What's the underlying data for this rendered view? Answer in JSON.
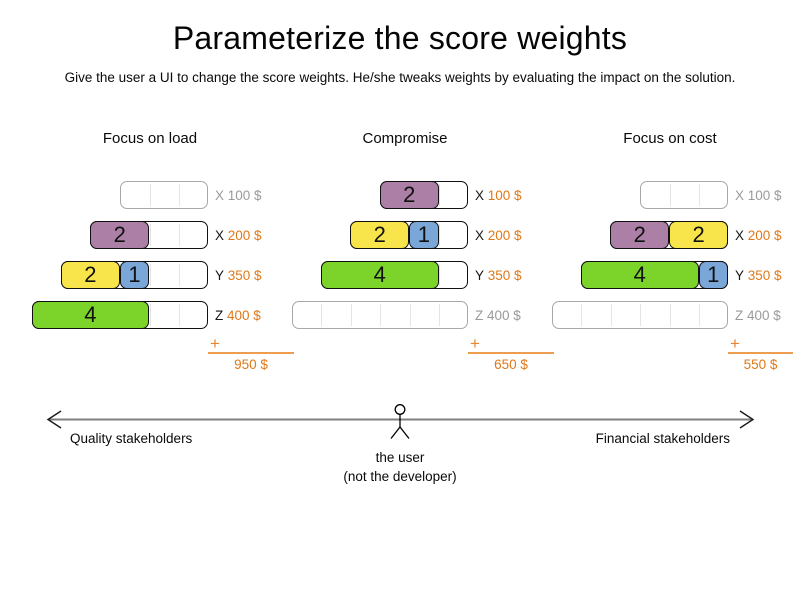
{
  "title": "Parameterize the score weights",
  "subtitle": "Give the user a UI to change the score weights. He/she tweaks weights by evaluating the impact on the solution.",
  "colors": {
    "purple": "#ab7fa6",
    "yellow": "#f8e44b",
    "blue": "#7aa6d8",
    "green": "#7cd42b",
    "orange_text": "#e07818",
    "orange_line": "#ed9d4f",
    "gray_label": "#9a9a9a"
  },
  "plus_sign": "+",
  "panels": [
    {
      "name": "focus-on-load",
      "title": "Focus on load",
      "total": "950 $",
      "rows": [
        {
          "letter": "X",
          "amount": "100 $",
          "cells": 3,
          "blocks": []
        },
        {
          "letter": "X",
          "amount": "200 $",
          "cells": 4,
          "blocks": [
            {
              "value": "2",
              "units": 2,
              "color": "purple"
            }
          ]
        },
        {
          "letter": "Y",
          "amount": "350 $",
          "cells": 5,
          "blocks": [
            {
              "value": "2",
              "units": 2,
              "color": "yellow"
            },
            {
              "value": "1",
              "units": 1,
              "color": "blue"
            }
          ]
        },
        {
          "letter": "Z",
          "amount": "400 $",
          "cells": 6,
          "blocks": [
            {
              "value": "4",
              "units": 4,
              "color": "green"
            }
          ]
        }
      ]
    },
    {
      "name": "compromise",
      "title": "Compromise",
      "total": "650 $",
      "rows": [
        {
          "letter": "X",
          "amount": "100 $",
          "cells": 3,
          "blocks": [
            {
              "value": "2",
              "units": 2,
              "color": "purple"
            }
          ]
        },
        {
          "letter": "X",
          "amount": "200 $",
          "cells": 4,
          "blocks": [
            {
              "value": "2",
              "units": 2,
              "color": "yellow"
            },
            {
              "value": "1",
              "units": 1,
              "color": "blue"
            }
          ]
        },
        {
          "letter": "Y",
          "amount": "350 $",
          "cells": 5,
          "blocks": [
            {
              "value": "4",
              "units": 4,
              "color": "green"
            }
          ]
        },
        {
          "letter": "Z",
          "amount": "400 $",
          "cells": 6,
          "blocks": []
        }
      ]
    },
    {
      "name": "focus-on-cost",
      "title": "Focus on cost",
      "total": "550 $",
      "rows": [
        {
          "letter": "X",
          "amount": "100 $",
          "cells": 3,
          "blocks": []
        },
        {
          "letter": "X",
          "amount": "200 $",
          "cells": 4,
          "blocks": [
            {
              "value": "2",
              "units": 2,
              "color": "purple"
            },
            {
              "value": "2",
              "units": 2,
              "color": "yellow"
            }
          ]
        },
        {
          "letter": "Y",
          "amount": "350 $",
          "cells": 5,
          "blocks": [
            {
              "value": "4",
              "units": 4,
              "color": "green"
            },
            {
              "value": "1",
              "units": 1,
              "color": "blue"
            }
          ]
        },
        {
          "letter": "Z",
          "amount": "400 $",
          "cells": 6,
          "blocks": []
        }
      ]
    }
  ],
  "axis": {
    "left_label": "Quality stakeholders",
    "right_label": "Financial stakeholders",
    "user_label_line1": "the user",
    "user_label_line2": "(not the developer)"
  }
}
